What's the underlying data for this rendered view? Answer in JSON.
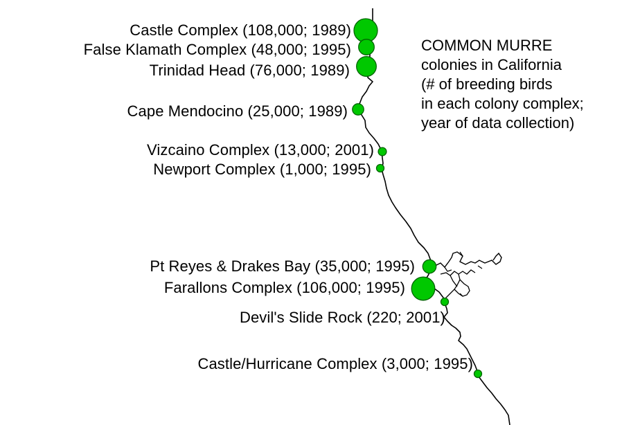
{
  "legend": {
    "lines": [
      "COMMON MURRE",
      "colonies in California",
      "(# of breeding birds",
      "in each colony complex;",
      "year of data collection)"
    ]
  },
  "colonies": [
    {
      "name": "Castle Complex",
      "birds": 108000,
      "year": 1989,
      "label": "Castle Complex (108,000; 1989)"
    },
    {
      "name": "False Klamath Complex",
      "birds": 48000,
      "year": 1995,
      "label": "False Klamath Complex (48,000; 1995)"
    },
    {
      "name": "Trinidad Head",
      "birds": 76000,
      "year": 1989,
      "label": "Trinidad Head (76,000; 1989)"
    },
    {
      "name": "Cape Mendocino",
      "birds": 25000,
      "year": 1989,
      "label": "Cape Mendocino (25,000; 1989)"
    },
    {
      "name": "Vizcaino Complex",
      "birds": 13000,
      "year": 2001,
      "label": "Vizcaino Complex (13,000; 2001)"
    },
    {
      "name": "Newport Complex",
      "birds": 1000,
      "year": 1995,
      "label": "Newport Complex (1,000; 1995)"
    },
    {
      "name": "Pt Reyes & Drakes Bay",
      "birds": 35000,
      "year": 1995,
      "label": "Pt Reyes & Drakes Bay (35,000; 1995)"
    },
    {
      "name": "Farallons Complex",
      "birds": 106000,
      "year": 1995,
      "label": "Farallons Complex (106,000; 1995)"
    },
    {
      "name": "Devil's Slide Rock",
      "birds": 220,
      "year": 2001,
      "label": "Devil's Slide Rock (220; 2001)"
    },
    {
      "name": "Castle/Hurricane Complex",
      "birds": 3000,
      "year": 1995,
      "label": "Castle/Hurricane Complex (3,000; 1995)"
    }
  ],
  "colors": {
    "marker_fill": "#00c800",
    "marker_stroke": "#006400",
    "coastline": "#000000"
  }
}
